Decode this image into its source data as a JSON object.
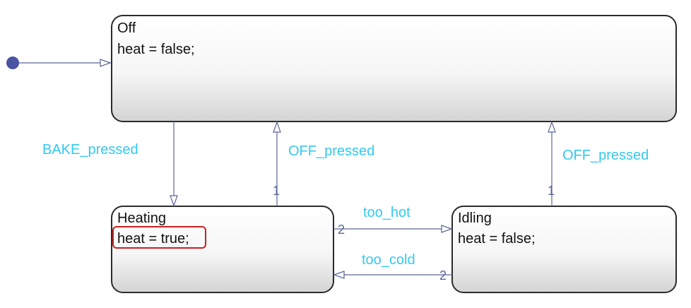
{
  "colors": {
    "transition": "#5b6699",
    "label": "#33c9f0",
    "highlight": "#cc1f1f",
    "default_dot": "#4a54a3",
    "state_border": "#2b2b2b"
  },
  "states": {
    "off": {
      "name": "Off",
      "action": "heat = false;"
    },
    "heating": {
      "name": "Heating",
      "action": "heat = true;"
    },
    "idling": {
      "name": "Idling",
      "action": "heat = false;"
    }
  },
  "transitions": {
    "bake_pressed": {
      "label": "BAKE_pressed"
    },
    "off_pressed_heating": {
      "label": "OFF_pressed",
      "priority": "1"
    },
    "off_pressed_idling": {
      "label": "OFF_pressed",
      "priority": "1"
    },
    "too_hot": {
      "label": "too_hot",
      "priority": "2"
    },
    "too_cold": {
      "label": "too_cold",
      "priority": "2"
    }
  }
}
